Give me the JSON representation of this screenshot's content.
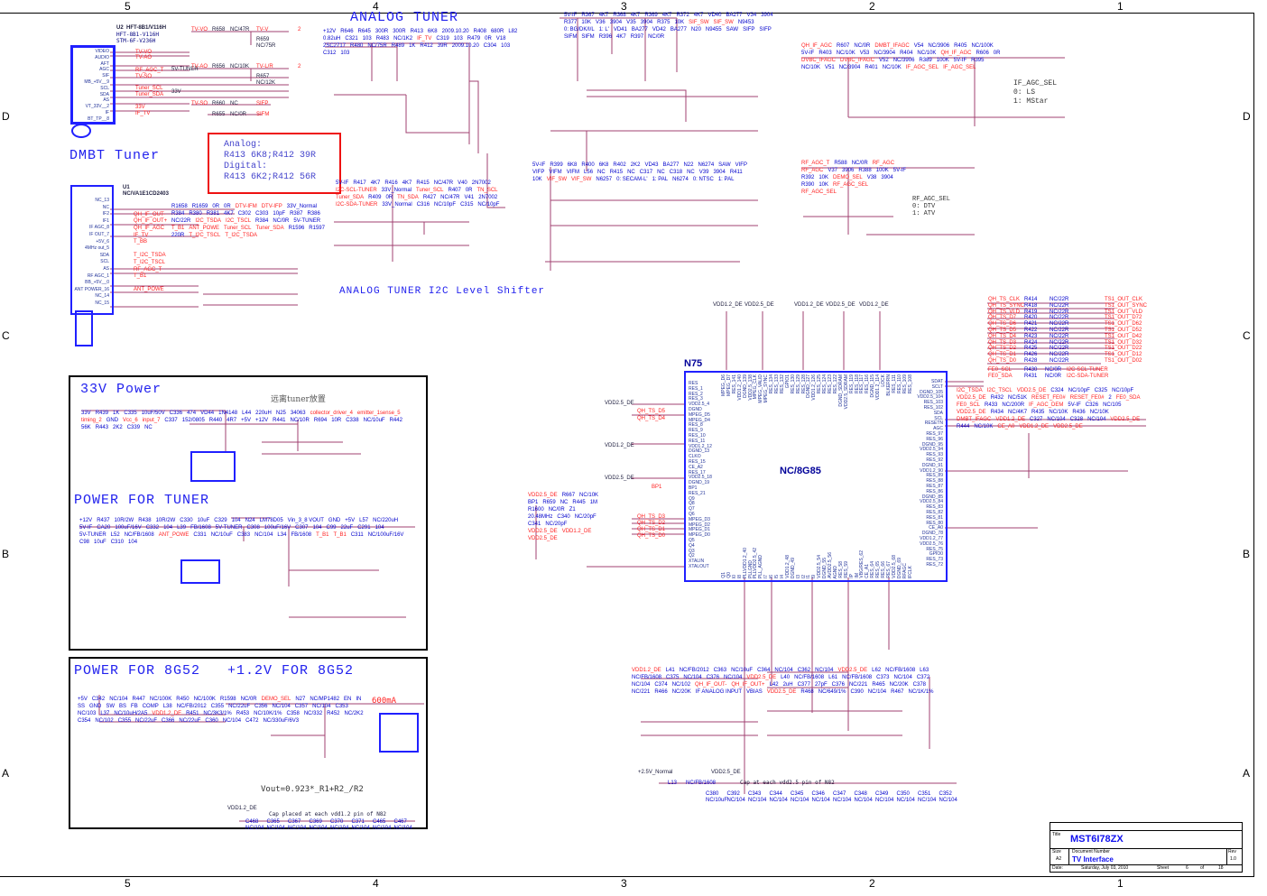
{
  "border": {
    "columns": [
      "5",
      "4",
      "3",
      "2",
      "1"
    ],
    "rows": [
      "D",
      "C",
      "B",
      "A"
    ]
  },
  "titles": {
    "analog_tuner": "ANALOG TUNER",
    "dmbt_tuner": "DMBT Tuner",
    "i2c_shifter": "ANALOG TUNER I2C Level Shifter",
    "power_33v": "33V Power",
    "power_tuner": "POWER FOR TUNER",
    "power_8g52": "POWER FOR 8G52",
    "power_12v": "+1.2V FOR 8G52"
  },
  "note_box": [
    "Analog:",
    "R413 6K8;R412 39R",
    "Digital:",
    "R413 6K2;R412 56R"
  ],
  "u2": {
    "ref": "U2",
    "part": "HFT-8B1/V116H",
    "alt1": "HFT-8B1-V116H",
    "alt2": "STM-6F-V236H",
    "pins": [
      "VIDEO",
      "AUDIO",
      "AFT",
      "AGC",
      "SIF",
      "MB_+5V__9",
      "SCL",
      "SDA",
      "AS",
      "VT_33V__2",
      "IF",
      "BT_TP__8"
    ],
    "nets": [
      "TV-VO",
      "TV-AO",
      "",
      "RF_AGC_T",
      "TV-SO",
      "",
      "Tuner_SCL",
      "Tuner_SDA",
      "",
      "33V",
      "IF_TV",
      ""
    ],
    "supply1": "5V-TUNER",
    "supply2": "33V"
  },
  "u1": {
    "ref": "U1",
    "part": "NC/VA1E1CD2403",
    "pins": [
      "NC_13",
      "NC",
      "IF2",
      "IF1",
      "IF AGC_8",
      "IF OUT_7",
      "+5V_6",
      "4MHz out_5",
      "SDA",
      "SCL",
      "AS",
      "RF AGC_1",
      "BB_+5V__0",
      "ANT POWER_16",
      "NC_14",
      "NC_15"
    ],
    "nets": [
      "",
      "",
      "QH_IF_OUT-",
      "QH_IF_OUT+",
      "QH_IF_AGC",
      "IF_TV",
      "T_BB",
      "",
      "T_I2C_TSDA",
      "T_I2C_TSCL",
      "RF_AGC_T",
      "T_B1",
      "",
      "ANT_POWE",
      "",
      ""
    ],
    "misc": [
      "R1658",
      "R1659",
      "0R",
      "0R",
      "DTV-IFM",
      "DTV-IFP",
      "33V_Normal",
      "R384",
      "R380",
      "R381",
      "4K7",
      "C302",
      "C303",
      "10pF",
      "R387",
      "R386",
      "NC/22R",
      "I2C_TSDA",
      "I2C_TSCL",
      "R384",
      "NC/0R",
      "5V-TUNER",
      "T_B1",
      "ANT_POWE",
      "Tuner_SCL",
      "Tuner_SDA",
      "R1596",
      "R1597",
      "220R",
      "T_I2C_TSCL",
      "T_I2C_TSDA"
    ]
  },
  "tv_nets": {
    "rows": [
      {
        "in": "TV-VO",
        "ref": "R658",
        "val": "NC/47R",
        "out": "TV-V",
        "ref2": "R659",
        "val2": "NC/75R"
      },
      {
        "in": "TV-AO",
        "ref": "R656",
        "val": "NC/10K",
        "out": "TV-L/R",
        "ref2": "R657",
        "val2": "NC/12K"
      },
      {
        "in": "TV-SO",
        "ref": "R660",
        "val": "NC",
        "out": "SIFP"
      },
      {
        "in": "",
        "ref": "R655",
        "val": "NC/0R",
        "out": "SIFM"
      }
    ],
    "sheet": "2"
  },
  "analog": {
    "labels": [
      "+12V",
      "R646",
      "R645",
      "300R",
      "300R",
      "R413",
      "6K8",
      "2009.10.20",
      "R408",
      "680R",
      "L82",
      "0.82uH",
      "C321",
      "103",
      "R483",
      "NC/1K2",
      "IF_TV",
      "C319",
      "103",
      "R479",
      "0R",
      "V18",
      "2SC2717",
      "R480",
      "NC/75R",
      "R489",
      "1K",
      "R412",
      "39R",
      "2009.10.20",
      "C304",
      "103",
      "C312",
      "103"
    ],
    "sif": [
      "5V-IF",
      "R367",
      "4K7",
      "R368",
      "4K7",
      "R369",
      "4K7",
      "R372",
      "4K7",
      "VD40",
      "BA277",
      "V34",
      "3904",
      "R377",
      "10K",
      "V36",
      "3904",
      "V35",
      "3904",
      "R375",
      "10K",
      "SIF_SW",
      "SIF_SW",
      "N9453",
      "0: BG/DK/I/L",
      "1: L'",
      "VD41",
      "BA277",
      "VD42",
      "BA277",
      "N20",
      "N9455",
      "SAW",
      "SIFP",
      "SIFP",
      "SIFM",
      "SIFM",
      "R396",
      "4K7",
      "R397",
      "NC/0R"
    ],
    "vif": [
      "5V-IF",
      "R399",
      "6K8",
      "R400",
      "6K8",
      "R402",
      "2K2",
      "VD43",
      "BA277",
      "N22",
      "N6274",
      "SAW",
      "VIFP",
      "VIFP",
      "VIFM",
      "VIFM",
      "L56",
      "NC",
      "R415",
      "NC",
      "C317",
      "NC",
      "C318",
      "NC",
      "V39",
      "3904",
      "R411",
      "10K",
      "VIF_SW",
      "VIF_SW",
      "N6257",
      "0: SECAM-L'",
      "1: PAL",
      "N6274",
      "0: NTSC",
      "1: PAL"
    ],
    "i2c": [
      "5V-IF",
      "R417",
      "4K7",
      "R416",
      "4K7",
      "R415",
      "NC/47R",
      "V40",
      "2N7002",
      "I2C-SCL-TUNER",
      "33V_Normal",
      "Tuner_SCL",
      "R407",
      "0R",
      "TN_SCL",
      "Tuner_SDA",
      "R409",
      "0R",
      "TN_SDA",
      "R427",
      "NC/47R",
      "V41",
      "2N7002",
      "I2C-SDA-TUNER",
      "33V_Normal",
      "C316",
      "NC/10pF",
      "C315",
      "NC/10pF"
    ]
  },
  "agc": {
    "if_sel": [
      "IF_AGC_SEL",
      "0: LS",
      "1: MStar"
    ],
    "rf_sel": [
      "RF_AGC_SEL",
      "0: DTV",
      "1: ATV"
    ],
    "labels": [
      "QH_IF_AGC",
      "R607",
      "NC/0R",
      "DMBT_IFAGC",
      "V54",
      "NC/3906",
      "R405",
      "NC/100K",
      "5V-IF",
      "R403",
      "NC/10K",
      "V53",
      "NC/3904",
      "R404",
      "NC/10K",
      "QH_IF_AGC",
      "R606",
      "0R",
      "DVBC_IFAGC",
      "DVBC_IFAGC",
      "V52",
      "NC/3906",
      "R389",
      "100K",
      "5V-IF",
      "R395",
      "NC/10K",
      "V51",
      "NC/3904",
      "R401",
      "NC/10K",
      "IF_AGC_SEL",
      "IF_AGC_SEL"
    ],
    "rf": [
      "RF_AGC_T",
      "R588",
      "NC/0R",
      "RF_AGC",
      "RF_AGC",
      "V37",
      "3906",
      "R388",
      "100K",
      "5V-IF",
      "R392",
      "10K",
      "DEMO_SEL",
      "V38",
      "3904",
      "R390",
      "10K",
      "RF_AGC_SEL",
      "RF_AGC_SEL"
    ]
  },
  "n75": {
    "ref": "N75",
    "part": "NC/8G85",
    "left": [
      "RES",
      "RES_1",
      "RES_2",
      "RES_3",
      "VDD2.5_4",
      "DGND",
      "MPEG_D5",
      "MPEG_D4",
      "RES_8",
      "RES_9",
      "RES_10",
      "RES_11",
      "VDD1.2_12",
      "DGND_13",
      "CLKO",
      "RES_15",
      "CE_A2",
      "RES_17",
      "VDD2.5_18",
      "DGND_19",
      "BP1",
      "RES_21",
      "Q9",
      "Q8",
      "Q7",
      "Q6",
      "MPEG_D3",
      "MPEG_D2",
      "MPEG_D1",
      "MPEG_D0",
      "Q5",
      "Q4",
      "Q3",
      "Q2",
      "XTALIN",
      "XTALOUT"
    ],
    "right": [
      "SDAT",
      "SCLT",
      "DGND_105",
      "VDD2.5_104",
      "RES_103",
      "RES_102",
      "SDA",
      "SCL",
      "RESETN",
      "AGC",
      "RES_97",
      "RES_96",
      "DGND_95",
      "VDD2.5_94",
      "RES_93",
      "RES_92",
      "DGND_91",
      "VDD1.2_90",
      "RES_89",
      "RES_88",
      "RES_87",
      "RES_86",
      "DGND_85",
      "VDD2.5_84",
      "RES_83",
      "RES_82",
      "RES_81",
      "RES_80",
      "CE_A0",
      "DGND_78",
      "VDD1.2_77",
      "VDD2.5_76",
      "RES_75",
      "GPIO0",
      "RES_73",
      "RES_72"
    ],
    "top": [
      "MPEG_D6",
      "MPEG_D7",
      "RES_141",
      "VDD1.2_140",
      "DGND_139",
      "VDD2.5_138",
      "MPEG_CLK",
      "MPEG_VALID",
      "MPEG_SYNC",
      "RES_134",
      "RES_133",
      "RES_132",
      "GPIO1",
      "RES_130",
      "RES_129",
      "RES_128",
      "DGND_127",
      "VDD1.2_126",
      "RES_125",
      "RES_124",
      "RES_123",
      "RES_122",
      "DGND_SDRAM",
      "VDD2.5_SDRAM",
      "RES_119",
      "RES_118",
      "RES_117",
      "RES_116",
      "DGND_115",
      "VDD1.2_114",
      "LOCK",
      "BLKERRN",
      "RES_111",
      "RES_110",
      "RES_109",
      "RES_108"
    ],
    "bottom": [
      "Q1",
      "Q0",
      "I0",
      "I8",
      "PLLVDD1.2_40",
      "PLLGND",
      "PLLVDD2.5_42",
      "PLL_AGND",
      "I7",
      "I6",
      "I5",
      "I4",
      "VDD1.2_48",
      "DGND_49",
      "I3",
      "I2",
      "I1",
      "I9",
      "VDD2.5_54",
      "DGND_55",
      "AVDD2.5_56",
      "AGND",
      "RES_58",
      "RES_59",
      "IP",
      "IM",
      "VBG/RES_62",
      "CE_A1",
      "RES_64",
      "RES_65",
      "RES_66",
      "RES_67",
      "VDD2.5_68",
      "DGND_69",
      "RFAGC",
      "IFCLK"
    ],
    "top_supplies": [
      "VDD1.2_DE",
      "VDD2.5_DE",
      "VDD1.2_DE",
      "VDD2.5_DE",
      "VDD1.2_DE"
    ],
    "left_nets": [
      "VDD2.5_DE",
      "QH_TS_D5",
      "QH_TS_D4",
      "VDD1.2_DE",
      "VDD2.5_DE",
      "BP1",
      "QH_TS_D3",
      "QH_TS_D2",
      "QH_TS_D1",
      "QH_TS_D0"
    ],
    "misc": [
      "VDD2.5_DE",
      "R667",
      "NC/10K",
      "BP1",
      "R659",
      "NC",
      "R445",
      "1M",
      "R1600",
      "NC/0R",
      "Z1",
      "20.48MHz",
      "C340",
      "NC/20pF",
      "C341",
      "NC/20pF",
      "VDD2.5_DE",
      "VDD1.2_DE",
      "VDD2.5_DE"
    ]
  },
  "ts": {
    "rows": [
      {
        "in": "QH_TS_CLK",
        "ref": "R414",
        "val": "NC/22R",
        "out": "TS1_OUT_CLK"
      },
      {
        "in": "QH_TS_SYNC",
        "ref": "R418",
        "val": "NC/22R",
        "out": "TS1_OUT_SYNC"
      },
      {
        "in": "QH_TS_VLD",
        "ref": "R419",
        "val": "NC/22R",
        "out": "TS1_OUT_VLD"
      },
      {
        "in": "QH_TS_D7",
        "ref": "R420",
        "val": "NC/22R",
        "out": "TS1_OUT_D72"
      },
      {
        "in": "QH_TS_D6",
        "ref": "R421",
        "val": "NC/22R",
        "out": "TS1_OUT_D62"
      },
      {
        "in": "QH_TS_D5",
        "ref": "R422",
        "val": "NC/22R",
        "out": "TS1_OUT_D52"
      },
      {
        "in": "QH_TS_D4",
        "ref": "R423",
        "val": "NC/22R",
        "out": "TS1_OUT_D42"
      },
      {
        "in": "QH_TS_D3",
        "ref": "R424",
        "val": "NC/22R",
        "out": "TS1_OUT_D32"
      },
      {
        "in": "QH_TS_D2",
        "ref": "R425",
        "val": "NC/22R",
        "out": "TS1_OUT_D22"
      },
      {
        "in": "QH_TS_D1",
        "ref": "R426",
        "val": "NC/22R",
        "out": "TS1_OUT_D12"
      },
      {
        "in": "QH_TS_D0",
        "ref": "R428",
        "val": "NC/22R",
        "out": "TS1_OUT_D02"
      }
    ],
    "i2c": [
      {
        "in": "FE0_SCL",
        "ref": "R430",
        "val": "NC/0R",
        "out": "I2C-SCL-TUNER"
      },
      {
        "in": "FE0_SDA",
        "ref": "R431",
        "val": "NC/0R",
        "out": "I2C-SDA-TUNER"
      }
    ],
    "misc": [
      "I2C_TSDA",
      "I2C_TSCL",
      "VDD2.5_DE",
      "C324",
      "NC/10pF",
      "C325",
      "NC/10pF",
      "VDD2.5_DE",
      "R432",
      "NC/51K",
      "RESET_FE0#",
      "RESET_FE0#",
      "2",
      "FE0_SDA",
      "FE0_SCL",
      "R433",
      "NC/200R",
      "IF_AGC_DEM",
      "5V-IF",
      "C326",
      "NC/105",
      "VDD2.5_DE",
      "R434",
      "NC/4K7",
      "R435",
      "NC/10K",
      "R436",
      "NC/10K",
      "DMBT_IFAGC",
      "VDD1.2_DE",
      "C327",
      "NC/104",
      "C328",
      "NC/104",
      "VDD2.5_DE",
      "R444",
      "NC/10K",
      "CE_A0",
      "VDD1.2_DE",
      "VDD2.5_DE"
    ]
  },
  "p33": {
    "chinese_note": "远离tuner放置",
    "labels": [
      "33V",
      "R439",
      "1K",
      "C335",
      "10uF/50V",
      "C336",
      "474",
      "VD44",
      "1N4148",
      "L44",
      "220uH",
      "N25",
      "34063",
      "collector_driver_4",
      "emitter_1sense_5",
      "timing_2",
      "GND",
      "Vcc_6",
      "input_7",
      "C337",
      "152/0805",
      "R440",
      "4R7",
      "+5V",
      "+12V",
      "R441",
      "NC/10R",
      "R694",
      "10R",
      "C338",
      "NC/10uF",
      "R442",
      "56K",
      "R443",
      "2K2",
      "C339",
      "NC"
    ]
  },
  "ptuner": {
    "labels": [
      "+12V",
      "R437",
      "10R/2W",
      "R438",
      "10R/2W",
      "C330",
      "10uF",
      "C329",
      "104",
      "N24",
      "LM78D05",
      "Vin_3_8 VOUT",
      "GND",
      "+5V",
      "L57",
      "NC/220uH",
      "5V-IF",
      "CA20",
      "100uF/16V",
      "C332",
      "104",
      "L39",
      "FB/1608",
      "5V-TUNER",
      "C308",
      "100uF/16V",
      "C307",
      "104",
      "C99",
      "22uF",
      "C291",
      "104",
      "5V-TUNER",
      "L52",
      "NC/FB/1608",
      "ANT_POWE",
      "C331",
      "NC/10uF",
      "C383",
      "NC/104",
      "L34",
      "FB/1608",
      "T_B1",
      "T_B1",
      "C311",
      "NC/100uF/16V",
      "C98",
      "10uF",
      "C310",
      "104"
    ]
  },
  "p8g52": {
    "formula": "Vout=0.923*_R1+R2_/R2",
    "current": "600mA",
    "labels": [
      "+5V",
      "C342",
      "NC/104",
      "R447",
      "NC/100K",
      "R450",
      "NC/100K",
      "R1598",
      "NC/0R",
      "DEMO_SEL",
      "N27",
      "NC/MP1482",
      "EN",
      "IN",
      "SS",
      "GND",
      "SW",
      "BS",
      "FB",
      "COMP",
      "L38",
      "NC/FB/2012",
      "C355",
      "NC/22uF",
      "C356",
      "NC/104",
      "C357",
      "NC/104",
      "C353",
      "NC/103",
      "L37",
      "NC/10uH/2A5",
      "VDD1.2_DE",
      "R451",
      "NC/3K3/1%",
      "R453",
      "NC/10K/1%",
      "C358",
      "NC/332",
      "R452",
      "NC/2K2",
      "C354",
      "NC/102",
      "C355",
      "NC/22uF",
      "C366",
      "NC/22uF",
      "C360",
      "NC/104",
      "C472",
      "NC/330uF/6V3"
    ],
    "decap_title": "VDD1.2_DE",
    "decap_note": "Cap placed at each vdd1.2 pin of N82",
    "decaps": [
      {
        "ref": "C468",
        "val": "NC/104"
      },
      {
        "ref": "C365",
        "val": "NC/104"
      },
      {
        "ref": "C367",
        "val": "NC/104"
      },
      {
        "ref": "C369",
        "val": "NC/104"
      },
      {
        "ref": "C370",
        "val": "NC/104"
      },
      {
        "ref": "C371",
        "val": "NC/104"
      },
      {
        "ref": "C465",
        "val": "NC/104"
      },
      {
        "ref": "C467",
        "val": "NC/104"
      }
    ]
  },
  "bottom_mid": {
    "labels": [
      "VDD1.2_DE",
      "L41",
      "NC/FB/2012",
      "C363",
      "NC/10uF",
      "C364",
      "NC/104",
      "C362",
      "NC/104",
      "VDD2.5_DE",
      "L62",
      "NC/FB/1608",
      "L63",
      "NC/FB/1608",
      "C375",
      "NC/104",
      "C376",
      "NC/104",
      "VDD2.5_DE",
      "L40",
      "NC/FB/1608",
      "L61",
      "NC/FB/1608",
      "C373",
      "NC/104",
      "C372",
      "NC/104",
      "C374",
      "NC/102",
      "QH_IF_OUT-",
      "QH_IF_OUT+",
      "L42",
      "2uH",
      "C377",
      "27pF",
      "C376",
      "NC/221",
      "R465",
      "NC/20K",
      "C378",
      "NC/221",
      "R466",
      "NC/20K",
      "IF ANALOG INPUT",
      "VBIAS",
      "VDD2.5_DE",
      "R468",
      "NC/649/1%",
      "C390",
      "NC/104",
      "R467",
      "NC/1K/1%"
    ],
    "decap_supply": "+2.5V_Normal",
    "decap_title": "VDD2.5_DE",
    "decap_note": "Cap at each vdd2.5 pin of N82",
    "l": [
      "L13",
      "NC/FB/1608"
    ],
    "decaps": [
      {
        "ref": "C380",
        "val": "NC/10uF"
      },
      {
        "ref": "C392",
        "val": "NC/104"
      },
      {
        "ref": "C343",
        "val": "NC/104"
      },
      {
        "ref": "C344",
        "val": "NC/104"
      },
      {
        "ref": "C345",
        "val": "NC/104"
      },
      {
        "ref": "C346",
        "val": "NC/104"
      },
      {
        "ref": "C347",
        "val": "NC/104"
      },
      {
        "ref": "C348",
        "val": "NC/104"
      },
      {
        "ref": "C349",
        "val": "NC/104"
      },
      {
        "ref": "C350",
        "val": "NC/104"
      },
      {
        "ref": "C351",
        "val": "NC/104"
      },
      {
        "ref": "C352",
        "val": "NC/104"
      }
    ]
  },
  "title_block": {
    "title_label": "Title",
    "title": "MST6I78ZX",
    "size_label": "Size",
    "size": "A2",
    "doc_label": "Document Number",
    "doc": "TV Interface",
    "rev_label": "Rev",
    "rev": "1.0",
    "date_label": "Date:",
    "date": "Saturday, July 03, 2010",
    "sheet_label": "Sheet",
    "sheet": "6",
    "of_label": "of",
    "of": "18"
  },
  "colors": {
    "wire": "#a04070",
    "net": "#ff2020",
    "part": "#0000cc",
    "junction": "#ff00ff",
    "chip": "#2020ff"
  }
}
